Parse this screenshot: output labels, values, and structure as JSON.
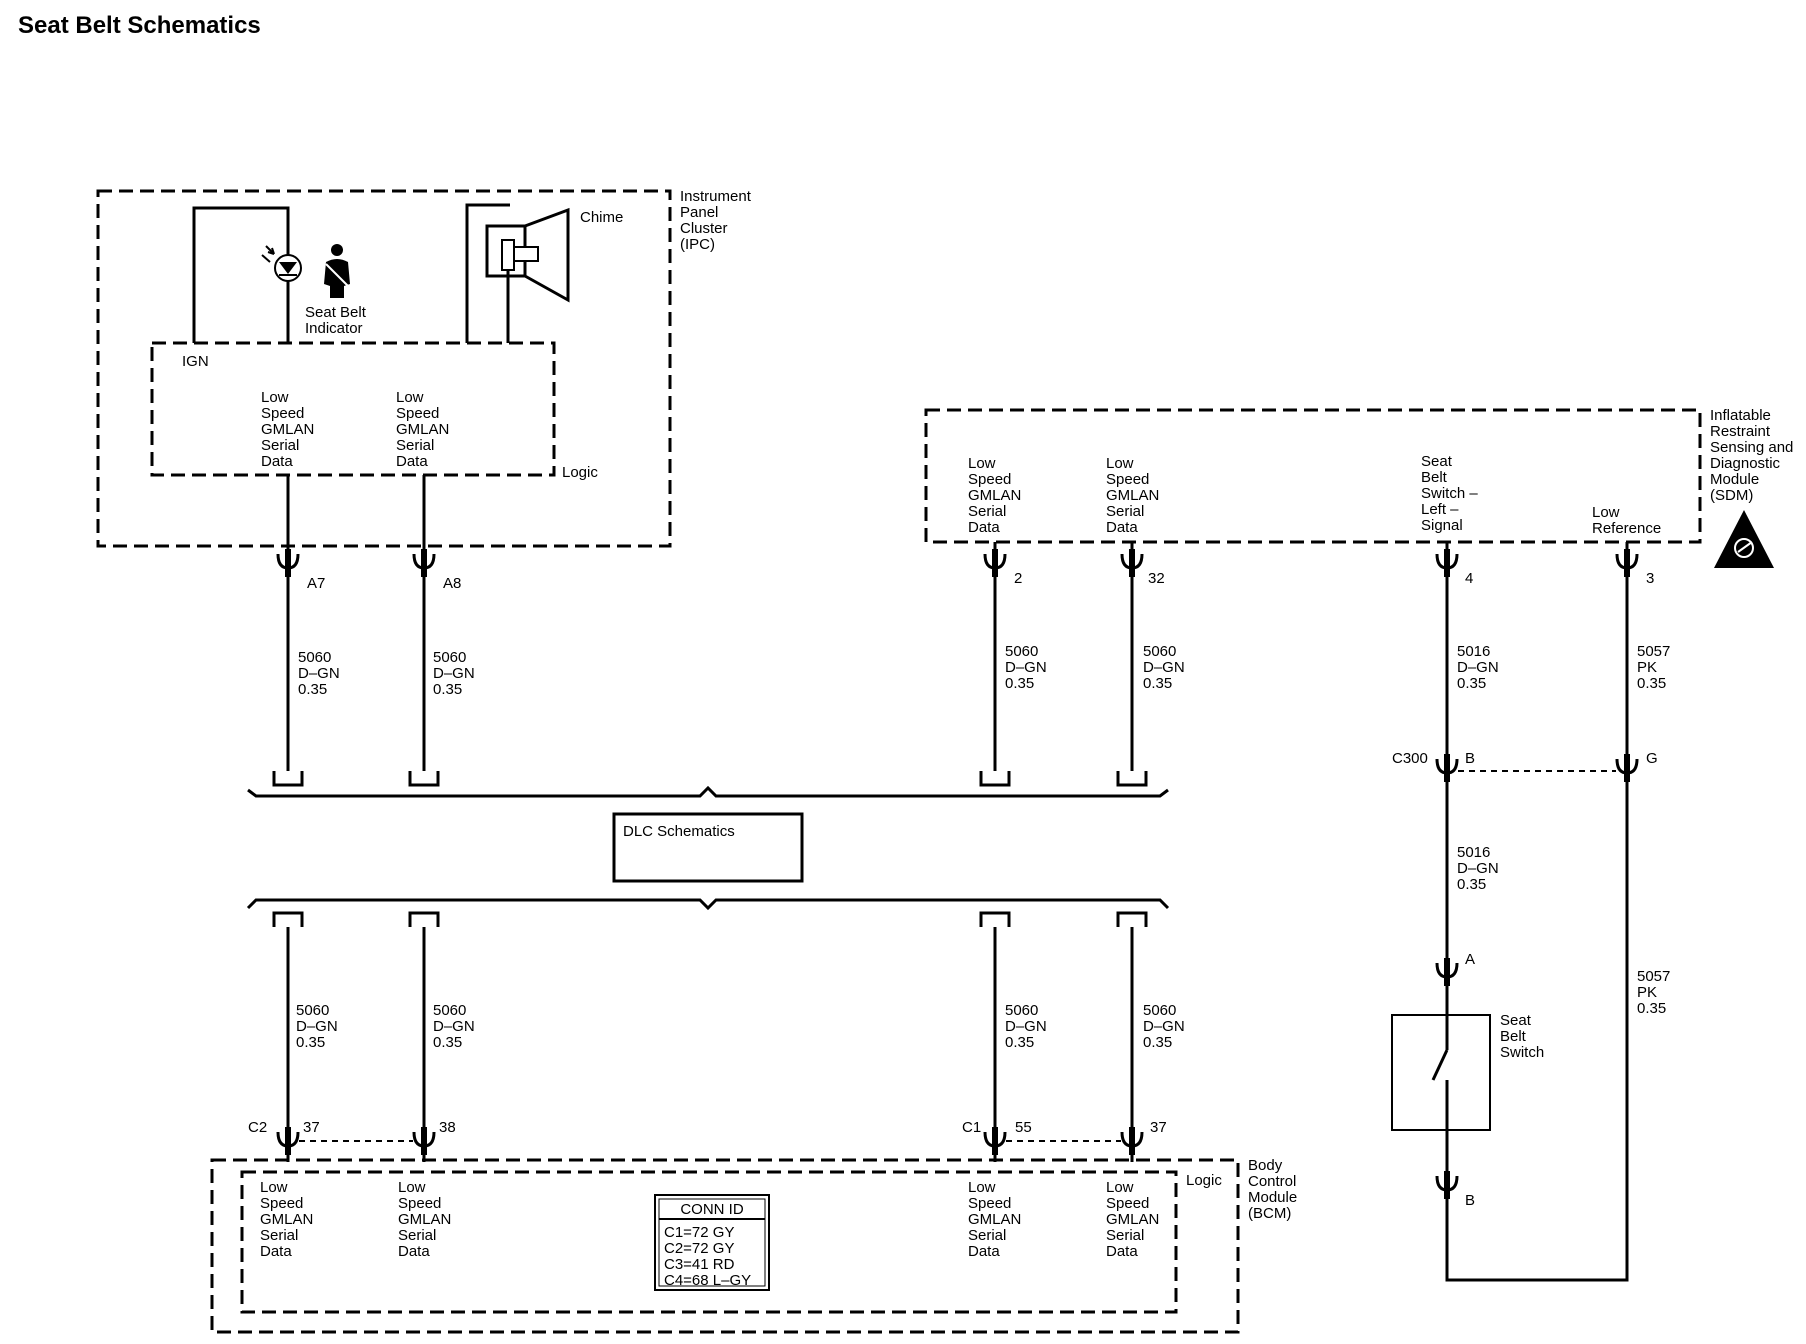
{
  "title": "Seat Belt Schematics",
  "ipc": {
    "module_name": [
      "Instrument",
      "Panel",
      "Cluster",
      "(IPC)"
    ],
    "chime_label": "Chime",
    "indicator_label": [
      "Seat Belt",
      "Indicator"
    ],
    "ign_label": "IGN",
    "logic_label": "Logic",
    "pin_labels": [
      [
        "Low",
        "Speed",
        "GMLAN",
        "Serial",
        "Data"
      ],
      [
        "Low",
        "Speed",
        "GMLAN",
        "Serial",
        "Data"
      ]
    ],
    "pins": [
      "A7",
      "A8"
    ]
  },
  "sdm": {
    "module_name": [
      "Inflatable",
      "Restraint",
      "Sensing and",
      "Diagnostic",
      "Module",
      "(SDM)"
    ],
    "pin_labels": [
      [
        "Low",
        "Speed",
        "GMLAN",
        "Serial",
        "Data"
      ],
      [
        "Low",
        "Speed",
        "GMLAN",
        "Serial",
        "Data"
      ],
      [
        "Seat",
        "Belt",
        "Switch –",
        "Left –",
        "Signal"
      ],
      [
        "Low",
        "Reference"
      ]
    ],
    "pins": [
      "2",
      "32",
      "4",
      "3"
    ]
  },
  "wires": {
    "gmlan": [
      "5060",
      "D–GN",
      "0.35"
    ],
    "seat_belt_signal": [
      "5016",
      "D–GN",
      "0.35"
    ],
    "low_reference": [
      "5057",
      "PK",
      "0.35"
    ]
  },
  "dlc_label": "DLC Schematics",
  "c300": {
    "name": "C300",
    "pins": [
      "B",
      "G"
    ]
  },
  "switch": {
    "label": [
      "Seat",
      "Belt",
      "Switch"
    ],
    "pins": [
      "A",
      "B"
    ]
  },
  "bcm": {
    "module_name": [
      "Body",
      "Control",
      "Module",
      "(BCM)"
    ],
    "logic_label": "Logic",
    "connectors": [
      "C2",
      "C1"
    ],
    "pins": [
      "37",
      "38",
      "55",
      "37"
    ],
    "pin_labels": [
      [
        "Low",
        "Speed",
        "GMLAN",
        "Serial",
        "Data"
      ],
      [
        "Low",
        "Speed",
        "GMLAN",
        "Serial",
        "Data"
      ],
      [
        "Low",
        "Speed",
        "GMLAN",
        "Serial",
        "Data"
      ],
      [
        "Low",
        "Speed",
        "GMLAN",
        "Serial",
        "Data"
      ]
    ],
    "conn_id": {
      "title": "CONN ID",
      "rows": [
        "C1=72 GY",
        "C2=72 GY",
        "C3=41 RD",
        "C4=68 L–GY"
      ]
    }
  }
}
